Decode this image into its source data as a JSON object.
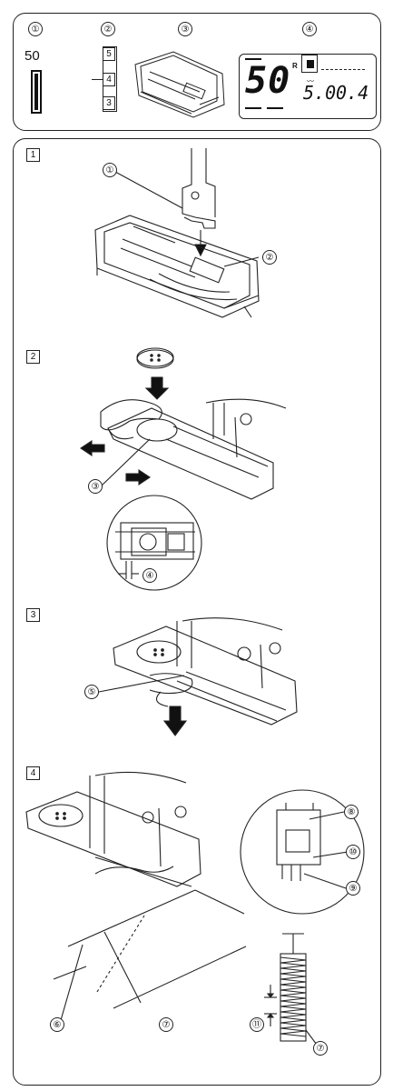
{
  "top": {
    "callouts": [
      "①",
      "②",
      "③",
      "④"
    ],
    "stitch_number": "50",
    "dial_numbers": [
      "5",
      "4",
      "3"
    ],
    "lcd": {
      "pattern": "50",
      "r_mark": "R",
      "width": "5.0",
      "length": "0.4"
    }
  },
  "steps": [
    "1",
    "2",
    "3",
    "4"
  ],
  "step1": {
    "callouts": [
      "①",
      "②"
    ]
  },
  "step2": {
    "callouts": [
      "③",
      "④"
    ]
  },
  "step3": {
    "callouts": [
      "⑤"
    ]
  },
  "step4": {
    "callouts": [
      "⑧",
      "⑩",
      "⑨",
      "⑥",
      "⑦",
      "⑪",
      "⑦"
    ]
  }
}
